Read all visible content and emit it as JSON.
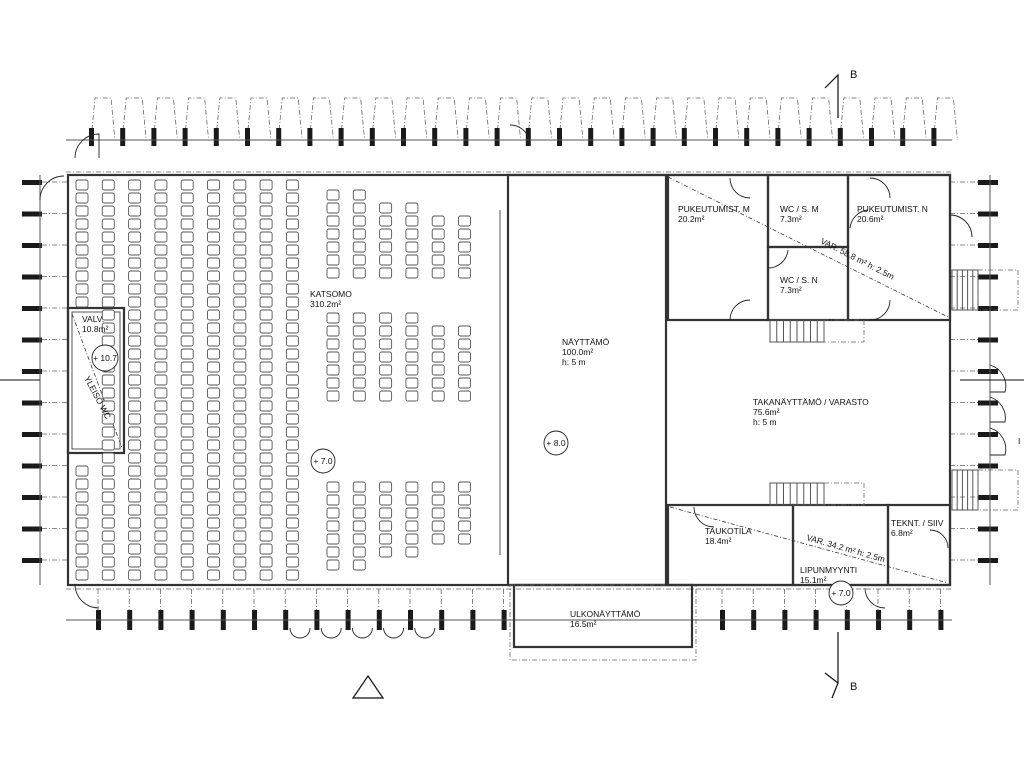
{
  "drawing": {
    "type": "floor plan",
    "section_marker": "B",
    "north_marker": "triangle"
  },
  "rooms": [
    {
      "id": "katsomo",
      "name": "KATSOMO",
      "area": "310.2m²"
    },
    {
      "id": "valv",
      "name": "VALV.",
      "area": "10.8m²"
    },
    {
      "id": "yleiso-wc",
      "name": "YLEISÖ WC"
    },
    {
      "id": "nayttamo",
      "name": "NÄYTTÄMÖ",
      "area": "100.0m²",
      "height": "h: 5 m"
    },
    {
      "id": "pukeutumist-m",
      "name": "PUKEUTUMIST. M",
      "area": "20.2m²"
    },
    {
      "id": "wc-s-m",
      "name": "WC / S. M",
      "area": "7.3m²"
    },
    {
      "id": "wc-s-n",
      "name": "WC / S. N",
      "area": "7.3m²"
    },
    {
      "id": "pukeutumist-n",
      "name": "PUKEUTUMIST. N",
      "area": "20.6m²"
    },
    {
      "id": "takanayttamo",
      "name": "TAKANÄYTTÄMÖ / VARASTO",
      "area": "75.6m²",
      "height": "h: 5 m"
    },
    {
      "id": "taukotila",
      "name": "TAUKOTILA",
      "area": "18.4m²"
    },
    {
      "id": "lipunmyynti",
      "name": "LIPUNMYYNTI",
      "area": "15.1m²"
    },
    {
      "id": "tekn-siiv",
      "name": "TEKNT. / SIIV",
      "area": "6.8m²"
    },
    {
      "id": "ulkonayttamo",
      "name": "ULKONÄYTTÄMÖ",
      "area": "16.5m²"
    }
  ],
  "storage_notes": [
    {
      "id": "var-upper",
      "text": "VAR. 58.8 m² h: 2.5m"
    },
    {
      "id": "var-lower",
      "text": "VAR. 34.2 m² h: 2.5m"
    }
  ],
  "levels": [
    {
      "id": "valv-level",
      "text": "+ 10.7"
    },
    {
      "id": "katsomo-level",
      "text": "+ 7.0"
    },
    {
      "id": "nayttamo-level",
      "text": "+ 8.0"
    },
    {
      "id": "lipunmyynti-level",
      "text": "+ 7.0"
    }
  ],
  "seating": {
    "rear_block_rows": 9,
    "front_upper_columns": [
      7,
      7,
      6,
      6,
      5,
      5
    ],
    "front_middle_columns": [
      7,
      7,
      7,
      7,
      6,
      6
    ],
    "front_lower_columns": [
      7,
      7,
      6,
      6,
      5,
      5
    ]
  },
  "edge_mark": "I"
}
